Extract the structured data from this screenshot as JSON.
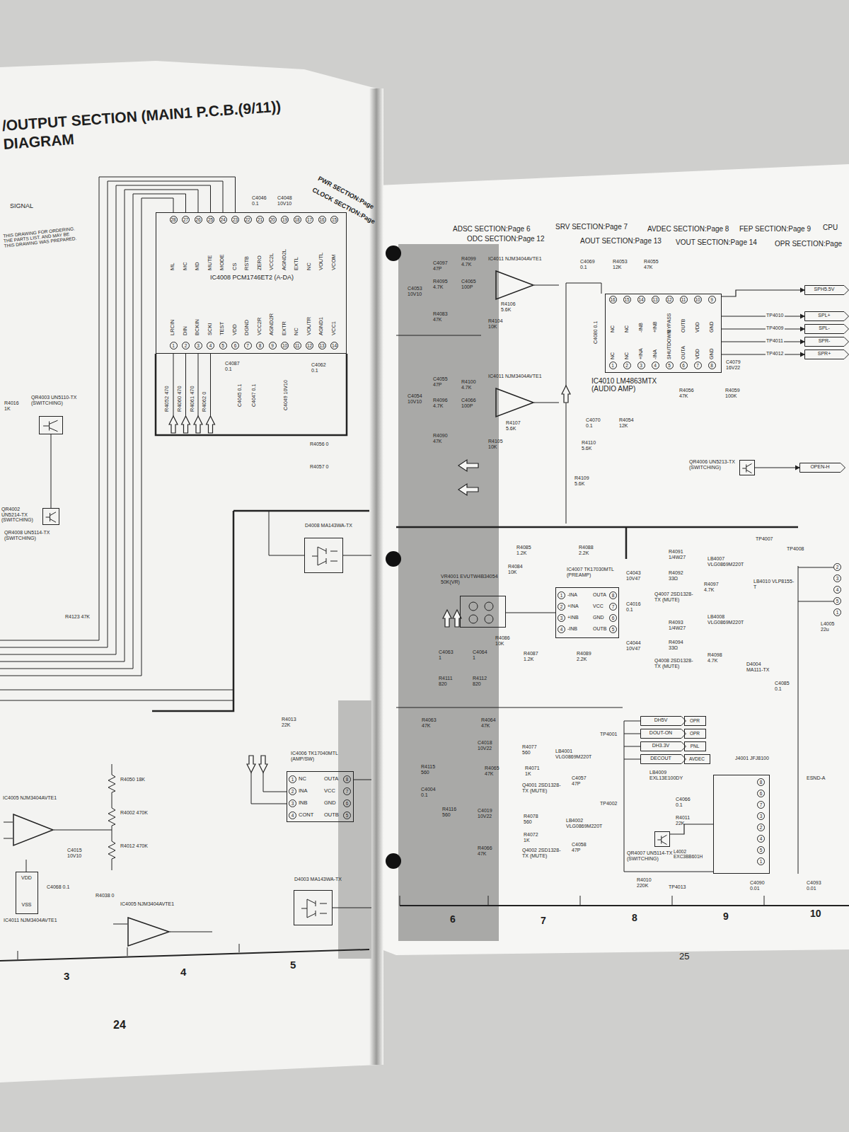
{
  "diagram": {
    "title": "/OUTPUT SECTION (MAIN1 P.C.B.(9/11)) DIAGRAM",
    "nodes": [
      {
        "text": [
          "IC4008 PCM1746ET2 (A-DA)"
        ]
      },
      {
        "text": [
          "QR4003 UN5110-TX (SWITCHING)"
        ]
      },
      {
        "text": [
          "QR4008 UN5114-TX (SWITCHING)"
        ]
      },
      {
        "text": [
          "D4008 MA143WA-TX"
        ]
      },
      {
        "text": [
          "IC4006 TK17040MTL (AMP/SW)"
        ]
      },
      {
        "text": [
          "IC4005 NJM3404AVTE1"
        ]
      },
      {
        "text": [
          "VDD",
          "VSS",
          "IC4011 NJM3404AVTE1"
        ]
      },
      {
        "text": [
          "IC4005 NJM3404AVTE1"
        ]
      },
      {
        "text": [
          "D4003 MA143WA-TX"
        ]
      },
      {
        "text": [
          "IC4011 NJM3404AVTE1"
        ]
      },
      {
        "text": [
          "IC4011 NJM3404AVTE1"
        ]
      },
      {
        "text": [
          "IC4010 LM4863MTX (AUDIO AMP)"
        ]
      },
      {
        "text": [
          "QR4006 UN5213-TX (SWITCHING)"
        ]
      },
      {
        "text": [
          "VR4001 EVUTW4B34054 50K(VR)"
        ]
      },
      {
        "text": [
          "IC4007 TK17030MTL (PREAMP)"
        ]
      },
      {
        "text": [
          "J4001 JFJ8100"
        ]
      },
      {
        "text": [
          "QR4007 UN5114-TX (SWITCHING)"
        ]
      },
      {
        "text": [
          "SPH5.5V"
        ]
      },
      {
        "text": [
          "SPL+"
        ]
      },
      {
        "text": [
          "SPL-"
        ]
      },
      {
        "text": [
          "SPR-"
        ]
      },
      {
        "text": [
          "SPR+"
        ]
      },
      {
        "text": [
          "OPEN-H"
        ]
      },
      {
        "text": [
          "DH5V"
        ]
      },
      {
        "text": [
          "OPR"
        ]
      },
      {
        "text": [
          "DOUT-ON"
        ]
      },
      {
        "text": [
          "OPR"
        ]
      },
      {
        "text": [
          "DH3.3V"
        ]
      },
      {
        "text": [
          "PNL"
        ]
      },
      {
        "text": [
          "DECOUT"
        ]
      },
      {
        "text": [
          "AVDEC"
        ]
      }
    ],
    "edges": [
      {
        "from": 11,
        "to": 17,
        "arrow": "to"
      },
      {
        "from": 11,
        "to": 18,
        "arrow": "to"
      },
      {
        "from": 11,
        "to": 19,
        "arrow": "to"
      },
      {
        "from": 11,
        "to": 20,
        "arrow": "to"
      },
      {
        "from": 11,
        "to": 21,
        "arrow": "to"
      },
      {
        "from": 12,
        "to": 22,
        "arrow": "to"
      },
      {
        "from": 13,
        "to": 14,
        "arrow": "none"
      },
      {
        "from": 16,
        "to": 15,
        "arrow": "none"
      }
    ],
    "labels": [
      "SIGNAL",
      "THIS DRAWING FOR ORDERING. THE PARTS LIST. AND MAY BE THIS DRAWING WAS PREPARED.",
      "PWR SECTION:Page",
      "CLOCK SECTION:Page",
      "28",
      "27",
      "26",
      "25",
      "24",
      "23",
      "22",
      "21",
      "20",
      "19",
      "18",
      "17",
      "16",
      "15",
      "ML",
      "MC",
      "MD",
      "MUTE",
      "MODE",
      "CS",
      "RSTB",
      "ZERO",
      "VCC2L",
      "AGND2L",
      "EXTL",
      "NC",
      "VOUTL",
      "VCOM",
      "1",
      "2",
      "3",
      "4",
      "5",
      "6",
      "7",
      "8",
      "9",
      "10",
      "11",
      "12",
      "13",
      "14",
      "LRCIN",
      "DIN",
      "BCKIN",
      "SCKI",
      "TEST",
      "VDD",
      "DGND",
      "VCC2R",
      "AGND2R",
      "EXTR",
      "NC",
      "VOUTR",
      "AGND1",
      "VCC1",
      "R4052 470",
      "R4060 470",
      "R4061 470",
      "R4062 0",
      "C4087 0.1",
      "C4045 0.1",
      "C4047 0.1",
      "C4049 10V10",
      "C4062 0.1",
      "C4046 0.1",
      "C4048 10V10",
      "R4016 1K",
      "QR4002 UN5214-TX (SWITCHING)",
      "R4056 0",
      "R4057 0",
      "R4123 47K",
      "R4013 22K",
      "R4050 18K",
      "R4002 470K",
      "R4012 470K",
      "C4015 10V10",
      "C4068 0.1",
      "R4038 0",
      "1",
      "2",
      "3",
      "4",
      "NC",
      "INA",
      "INB",
      "CONT",
      "OUTA",
      "VCC",
      "GND",
      "OUTB",
      "8",
      "7",
      "6",
      "5",
      "3",
      "4",
      "5",
      "24",
      "ADSC SECTION:Page 6",
      "SRV SECTION:Page 7",
      "AVDEC SECTION:Page 8",
      "FEP SECTION:Page 9",
      "CPU",
      "ODC SECTION:Page 12",
      "AOUT SECTION:Page 13",
      "VOUT SECTION:Page 14",
      "OPR SECTION:Page",
      "C4097 47P",
      "R4099 4.7K",
      "R4095 4.7K",
      "C4065 100P",
      "C4053 10V10",
      "R4106 5.6K",
      "R4104 10K",
      "R4083 47K",
      "C4055 47P",
      "R4100 4.7K",
      "C4054 10V10",
      "R4096 4.7K",
      "C4066 100P",
      "R4107 5.6K",
      "R4105 10K",
      "R4090 47K",
      "C4069 0.1",
      "R4053 12K",
      "R4055 47K",
      "C4080 0.1",
      "C4079 16V22",
      "R4056 47K",
      "R4059 100K",
      "C4070 0.1",
      "R4054 12K",
      "R4110 5.6K",
      "R4109 5.6K",
      "TP4010",
      "TP4009",
      "TP4011",
      "TP4012",
      "16",
      "15",
      "14",
      "13",
      "12",
      "11",
      "10",
      "9",
      "NC",
      "NC",
      "-INB",
      "+INB",
      "BYPASS",
      "OUTB",
      "VDD",
      "GND",
      "1",
      "2",
      "3",
      "4",
      "5",
      "6",
      "7",
      "8",
      "NC",
      "NC",
      "+INA",
      "-INA",
      "SHUTDOWN",
      "OUTA",
      "VDD",
      "GND",
      "R4085 1.2K",
      "R4088 2.2K",
      "R4084 10K",
      "1",
      "2",
      "3",
      "4",
      "-INA",
      "+INA",
      "+INB",
      "-INB",
      "OUTA",
      "VCC",
      "GND",
      "OUTB",
      "8",
      "7",
      "6",
      "5",
      "R4086 10K",
      "R4087 1.2K",
      "R4089 2.2K",
      "C4043 10V47",
      "C4016 0.1",
      "C4044 10V47",
      "R4091 1/4W27",
      "R4092 33Ω",
      "Q4007 2SD1328-TX (MUTE)",
      "R4097 4.7K",
      "R4093 1/4W27",
      "R4094 33Ω",
      "Q4008 2SD1328-TX (MUTE)",
      "R4098 4.7K",
      "LB4007 VLG0869M220T",
      "LB4010 VLP8155-T",
      "LB4008 VLG0869M220T",
      "TP4007",
      "TP4008",
      "2",
      "3",
      "4",
      "5",
      "1",
      "L4005 22u",
      "D4004 MA111-TX",
      "C4085 0.1",
      "C4063 1",
      "C4064 1",
      "R4111 820",
      "R4112 820",
      "R4063 47K",
      "R4064 47K",
      "C4018 10V22",
      "R4077 560",
      "LB4001 VLG0869M220T",
      "TP4001",
      "R4115 560",
      "C4004 0.1",
      "R4065 47K",
      "R4071 1K",
      "C4057 47P",
      "Q4001 2SD1328-TX (MUTE)",
      "R4116 560",
      "C4019 10V22",
      "R4078 560",
      "LB4002 VLG0869M220T",
      "TP4002",
      "R4072 1K",
      "Q4002 2SD1328-TX (MUTE)",
      "C4058 47P",
      "R4066 47K",
      "LB4009 EXL13E100DY",
      "C4066 0.1",
      "R4011 22K",
      "L4002 EXC3BB601H",
      "R4010 220K",
      "TP4013",
      "C4090 0.01",
      "C4093 0.01",
      "ESND-A",
      "8",
      "6",
      "7",
      "3",
      "2",
      "4",
      "5",
      "1",
      "6",
      "7",
      "8",
      "9",
      "10",
      "25"
    ]
  }
}
